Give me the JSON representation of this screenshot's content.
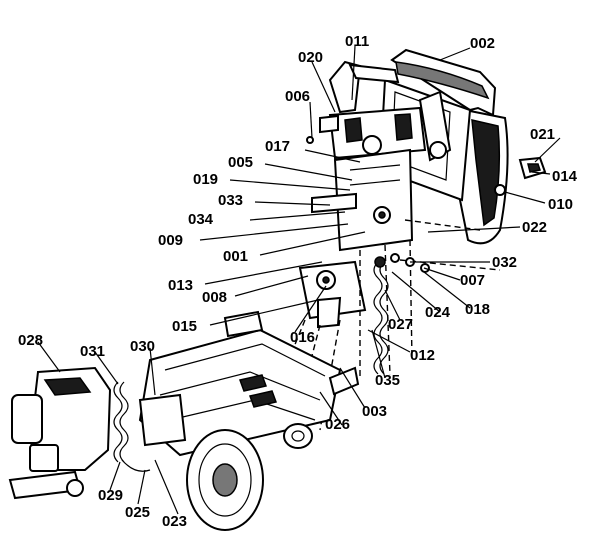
{
  "callouts": {
    "c001": "001",
    "c002": "002",
    "c003": "003",
    "c005": "005",
    "c006": "006",
    "c007": "007",
    "c008": "008",
    "c009": "009",
    "c010": "010",
    "c011": "011",
    "c012": "012",
    "c013": "013",
    "c014": "014",
    "c015": "015",
    "c016": "016",
    "c017": "017",
    "c018": "018",
    "c019": "019",
    "c020": "020",
    "c021": "021",
    "c022": "022",
    "c023": "023",
    "c024": "024",
    "c025": "025",
    "c026": "026",
    "c027": "027",
    "c028": "028",
    "c029": "029",
    "c030": "030",
    "c031": "031",
    "c032": "032",
    "c033": "033",
    "c034": "034",
    "c035": "035"
  }
}
